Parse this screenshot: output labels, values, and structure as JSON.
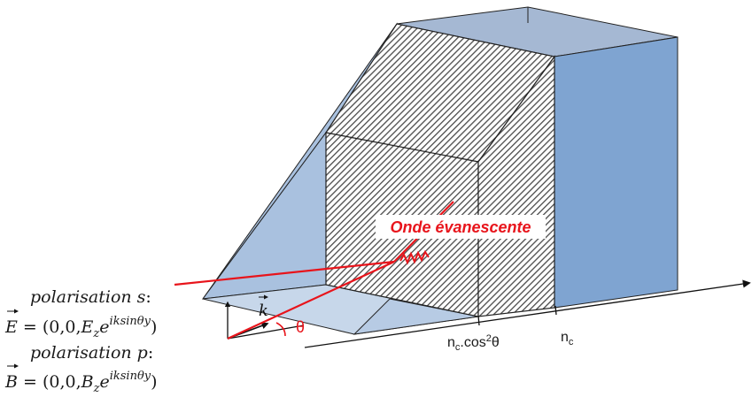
{
  "colors": {
    "prism_face": "#a9c1df",
    "prism_light": "#c7d7ea",
    "block_side": "#7fa4d1",
    "block_top": "#a5b8d3",
    "hatch": "#4a4a4a",
    "beam": "#e8141b",
    "text": "#1a1a1a",
    "label_bg": "#ffffff"
  },
  "labels": {
    "evanescent_wave": "Onde évanescente",
    "theta": "θ",
    "k_vector": "k",
    "nc_cos_base": "n",
    "nc_cos_sub": "c",
    "nc_cos_rest": ".cos",
    "nc_cos_sup": "2",
    "nc_cos_theta": "θ",
    "nc_base": "n",
    "nc_sub": "c"
  },
  "formulas": {
    "pol_s_label": "polarisation s",
    "pol_s_colon": ":",
    "pol_s_vec": "E",
    "pol_s_eq": " = (0,0,",
    "pol_s_field": "E",
    "pol_s_field_sub": "z",
    "pol_s_exp_base": "e",
    "pol_s_exp_sup": "iksinθy",
    "pol_s_close": ")",
    "pol_p_label": "polarisation p",
    "pol_p_colon": ":",
    "pol_p_vec": "B",
    "pol_p_eq": " = (0,0,",
    "pol_p_field": "B",
    "pol_p_field_sub": "z",
    "pol_p_exp_base": "e",
    "pol_p_exp_sup": "iksinθy",
    "pol_p_close": ")"
  }
}
